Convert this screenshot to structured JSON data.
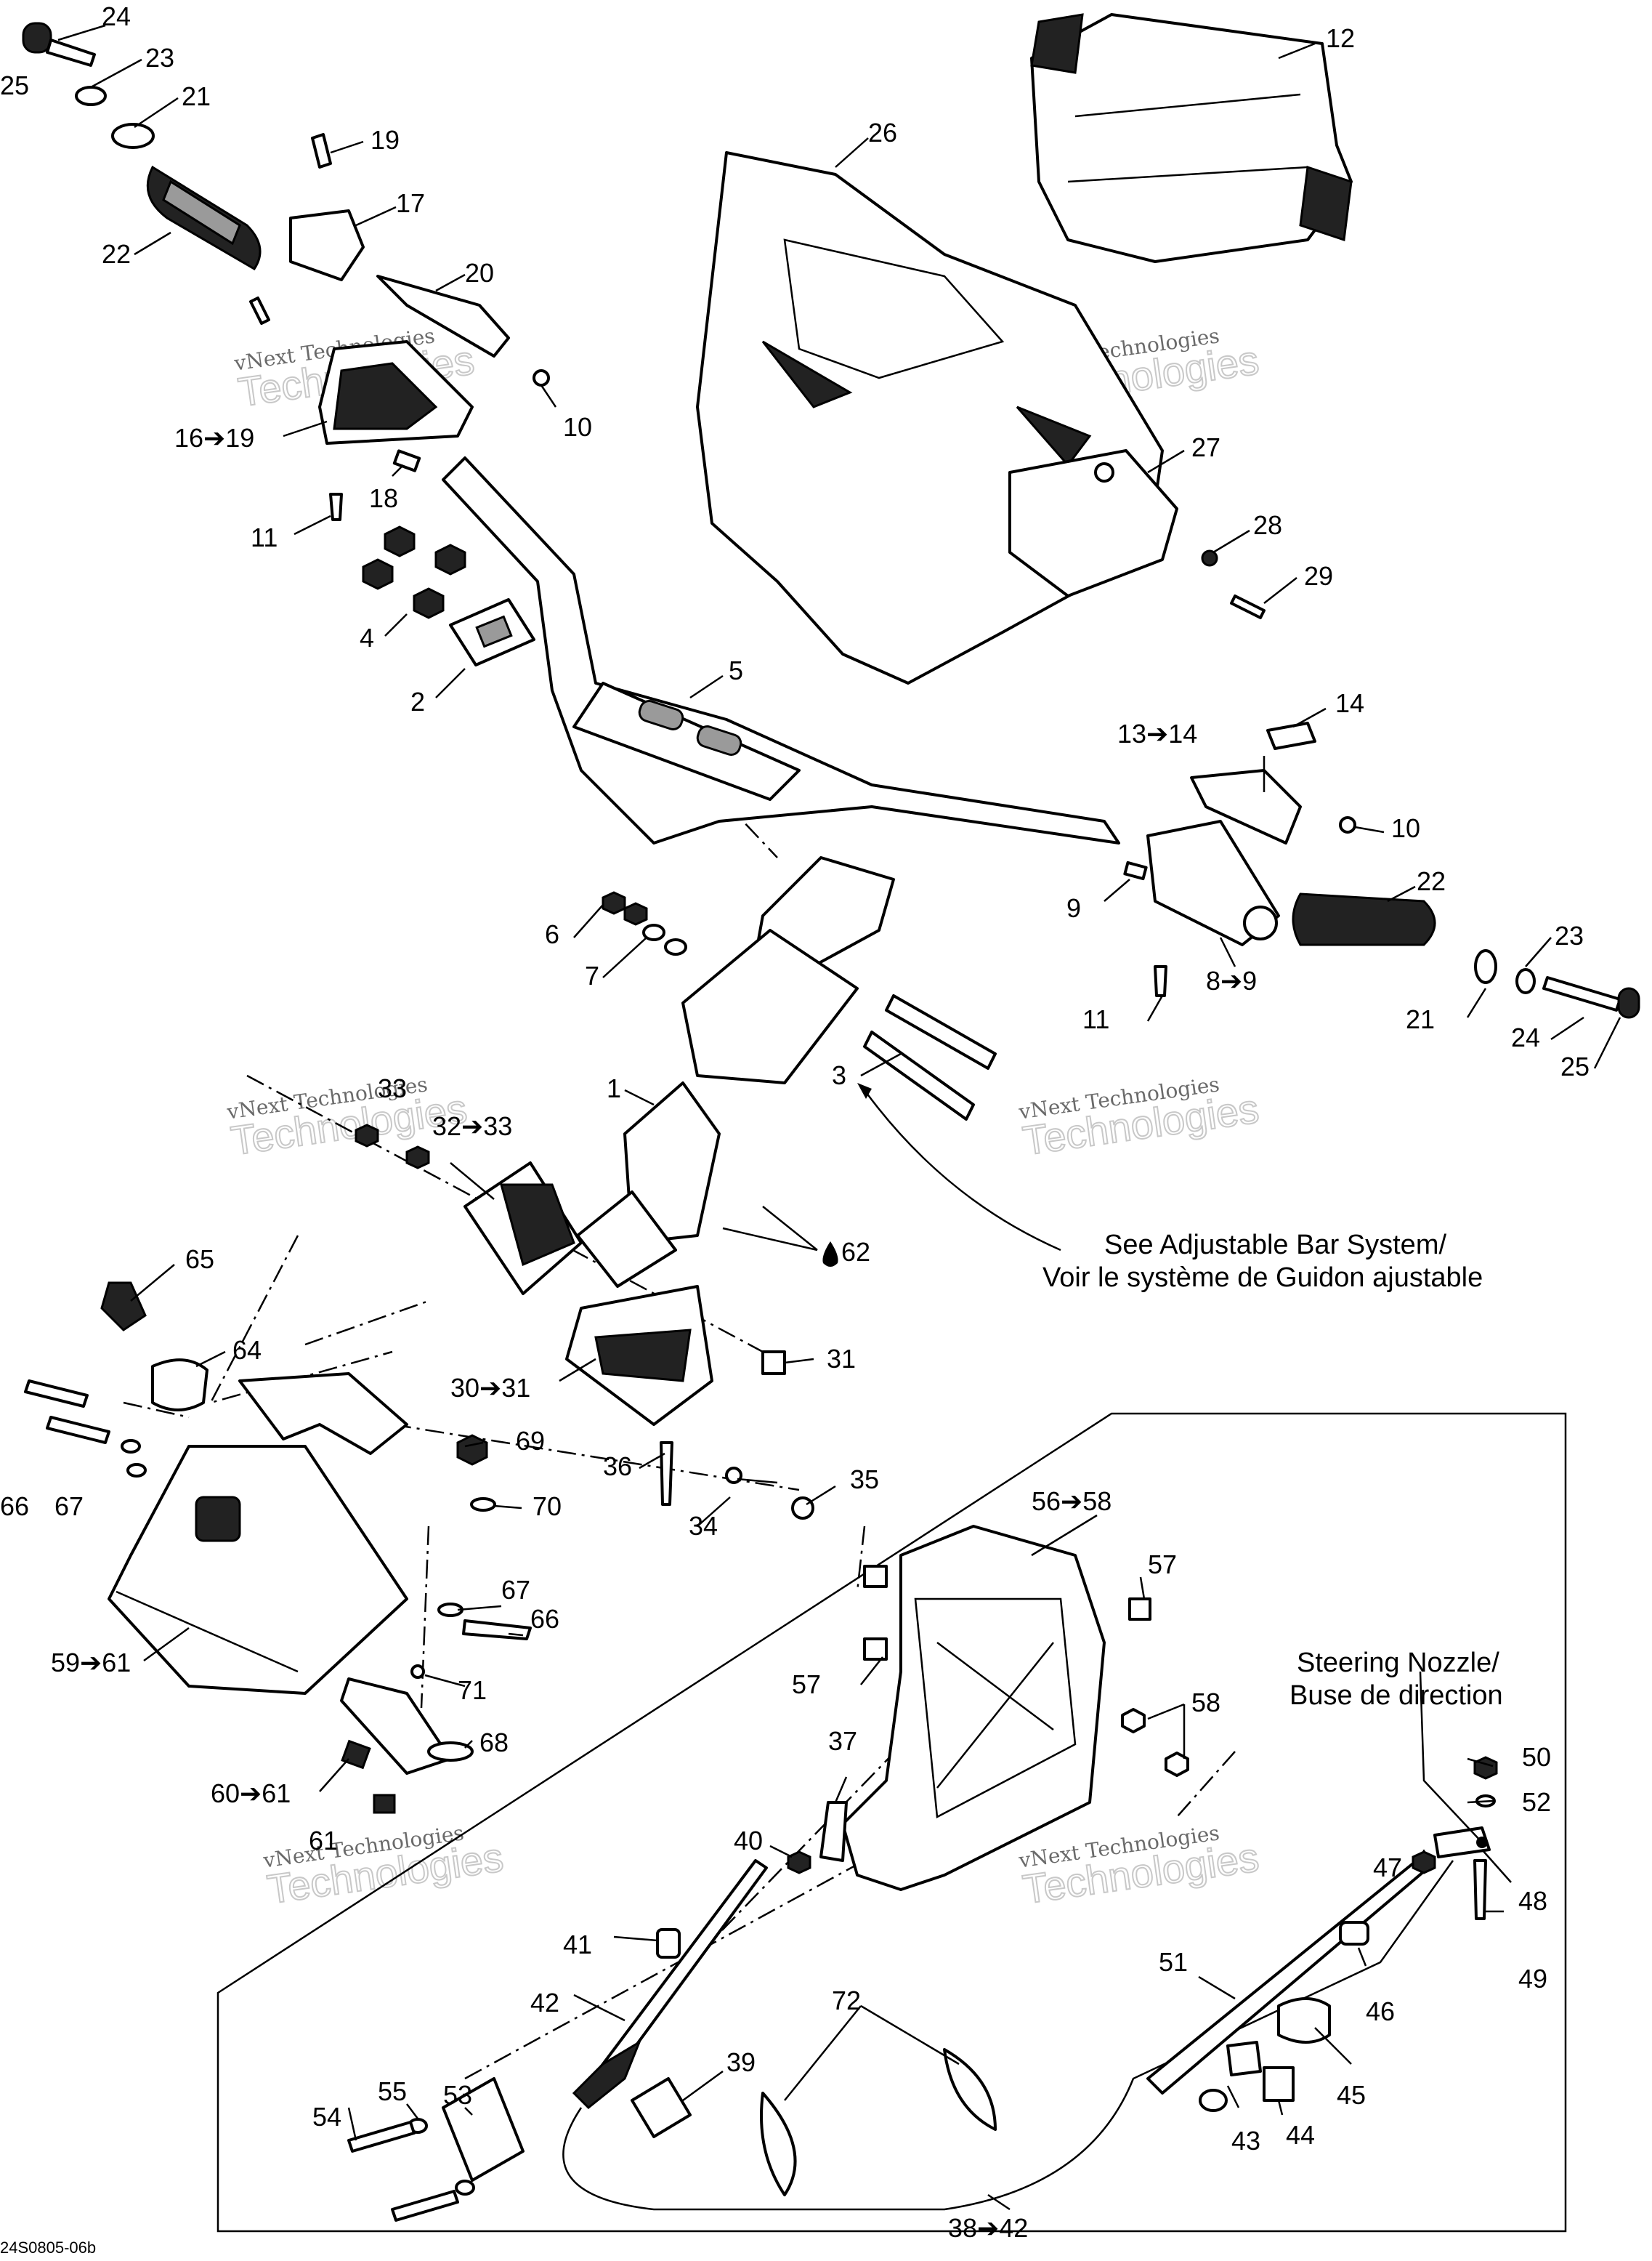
{
  "watermark": {
    "line1": "vNext Technologies",
    "line2": "Technologies"
  },
  "notes": {
    "adjustable_bar": [
      "See Adjustable Bar System/",
      "Voir le système de Guidon ajustable"
    ],
    "steering_nozzle": [
      "Steering Nozzle/",
      "Buse de direction"
    ]
  },
  "drawing_code": "24S0805-06b",
  "callouts": [
    {
      "id": "c24a",
      "text": "24"
    },
    {
      "id": "c25a",
      "text": "25"
    },
    {
      "id": "c23a",
      "text": "23"
    },
    {
      "id": "c21a",
      "text": "21"
    },
    {
      "id": "c22a",
      "text": "22"
    },
    {
      "id": "c19",
      "text": "19"
    },
    {
      "id": "c17",
      "text": "17"
    },
    {
      "id": "c20",
      "text": "20"
    },
    {
      "id": "c10a",
      "text": "10"
    },
    {
      "id": "c16",
      "text": "16➔19"
    },
    {
      "id": "c18",
      "text": "18"
    },
    {
      "id": "c11a",
      "text": "11"
    },
    {
      "id": "c4",
      "text": "4"
    },
    {
      "id": "c2",
      "text": "2"
    },
    {
      "id": "c5",
      "text": "5"
    },
    {
      "id": "c26",
      "text": "26"
    },
    {
      "id": "c12",
      "text": "12"
    },
    {
      "id": "c27",
      "text": "27"
    },
    {
      "id": "c28",
      "text": "28"
    },
    {
      "id": "c29",
      "text": "29"
    },
    {
      "id": "c1314",
      "text": "13➔14"
    },
    {
      "id": "c14",
      "text": "14"
    },
    {
      "id": "c10b",
      "text": "10"
    },
    {
      "id": "c9",
      "text": "9"
    },
    {
      "id": "c22b",
      "text": "22"
    },
    {
      "id": "c23b",
      "text": "23"
    },
    {
      "id": "c89",
      "text": "8➔9"
    },
    {
      "id": "c11b",
      "text": "11"
    },
    {
      "id": "c21b",
      "text": "21"
    },
    {
      "id": "c24b",
      "text": "24"
    },
    {
      "id": "c25b",
      "text": "25"
    },
    {
      "id": "c6",
      "text": "6"
    },
    {
      "id": "c7",
      "text": "7"
    },
    {
      "id": "c3",
      "text": "3"
    },
    {
      "id": "c1",
      "text": "1"
    },
    {
      "id": "c33",
      "text": "33"
    },
    {
      "id": "c3233",
      "text": "32➔33"
    },
    {
      "id": "c62",
      "text": "62"
    },
    {
      "id": "c65",
      "text": "65"
    },
    {
      "id": "c64",
      "text": "64"
    },
    {
      "id": "c3031",
      "text": "30➔31"
    },
    {
      "id": "c31",
      "text": "31"
    },
    {
      "id": "c66a",
      "text": "66"
    },
    {
      "id": "c67a",
      "text": "67"
    },
    {
      "id": "c69",
      "text": "69"
    },
    {
      "id": "c70",
      "text": "70"
    },
    {
      "id": "c36",
      "text": "36"
    },
    {
      "id": "c35",
      "text": "35"
    },
    {
      "id": "c34",
      "text": "34"
    },
    {
      "id": "c5658",
      "text": "56➔58"
    },
    {
      "id": "c57a",
      "text": "57"
    },
    {
      "id": "c67b",
      "text": "67"
    },
    {
      "id": "c66b",
      "text": "66"
    },
    {
      "id": "c5961",
      "text": "59➔61"
    },
    {
      "id": "c71",
      "text": "71"
    },
    {
      "id": "c57b",
      "text": "57"
    },
    {
      "id": "c58",
      "text": "58"
    },
    {
      "id": "c68",
      "text": "68"
    },
    {
      "id": "c6061",
      "text": "60➔61"
    },
    {
      "id": "c61",
      "text": "61"
    },
    {
      "id": "c37",
      "text": "37"
    },
    {
      "id": "c40",
      "text": "40"
    },
    {
      "id": "c50",
      "text": "50"
    },
    {
      "id": "c52",
      "text": "52"
    },
    {
      "id": "c47",
      "text": "47"
    },
    {
      "id": "c48",
      "text": "48"
    },
    {
      "id": "c49",
      "text": "49"
    },
    {
      "id": "c41",
      "text": "41"
    },
    {
      "id": "c42",
      "text": "42"
    },
    {
      "id": "c51",
      "text": "51"
    },
    {
      "id": "c46",
      "text": "46"
    },
    {
      "id": "c72",
      "text": "72"
    },
    {
      "id": "c53",
      "text": "53"
    },
    {
      "id": "c39",
      "text": "39"
    },
    {
      "id": "c55",
      "text": "55"
    },
    {
      "id": "c54",
      "text": "54"
    },
    {
      "id": "c45",
      "text": "45"
    },
    {
      "id": "c43",
      "text": "43"
    },
    {
      "id": "c44",
      "text": "44"
    },
    {
      "id": "c3842",
      "text": "38➔42"
    }
  ]
}
